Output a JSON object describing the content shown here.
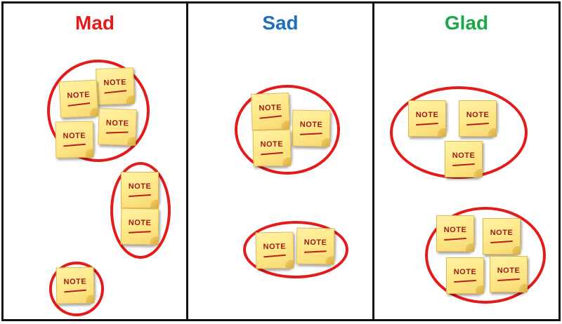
{
  "columns": [
    {
      "title": "Mad",
      "color": "#e31b1b"
    },
    {
      "title": "Sad",
      "color": "#1f6fbf"
    },
    {
      "title": "Glad",
      "color": "#1aa84a"
    }
  ],
  "note_label": "NOTE",
  "ring_color": "#e31b1b",
  "note_color": "#ffe98a"
}
